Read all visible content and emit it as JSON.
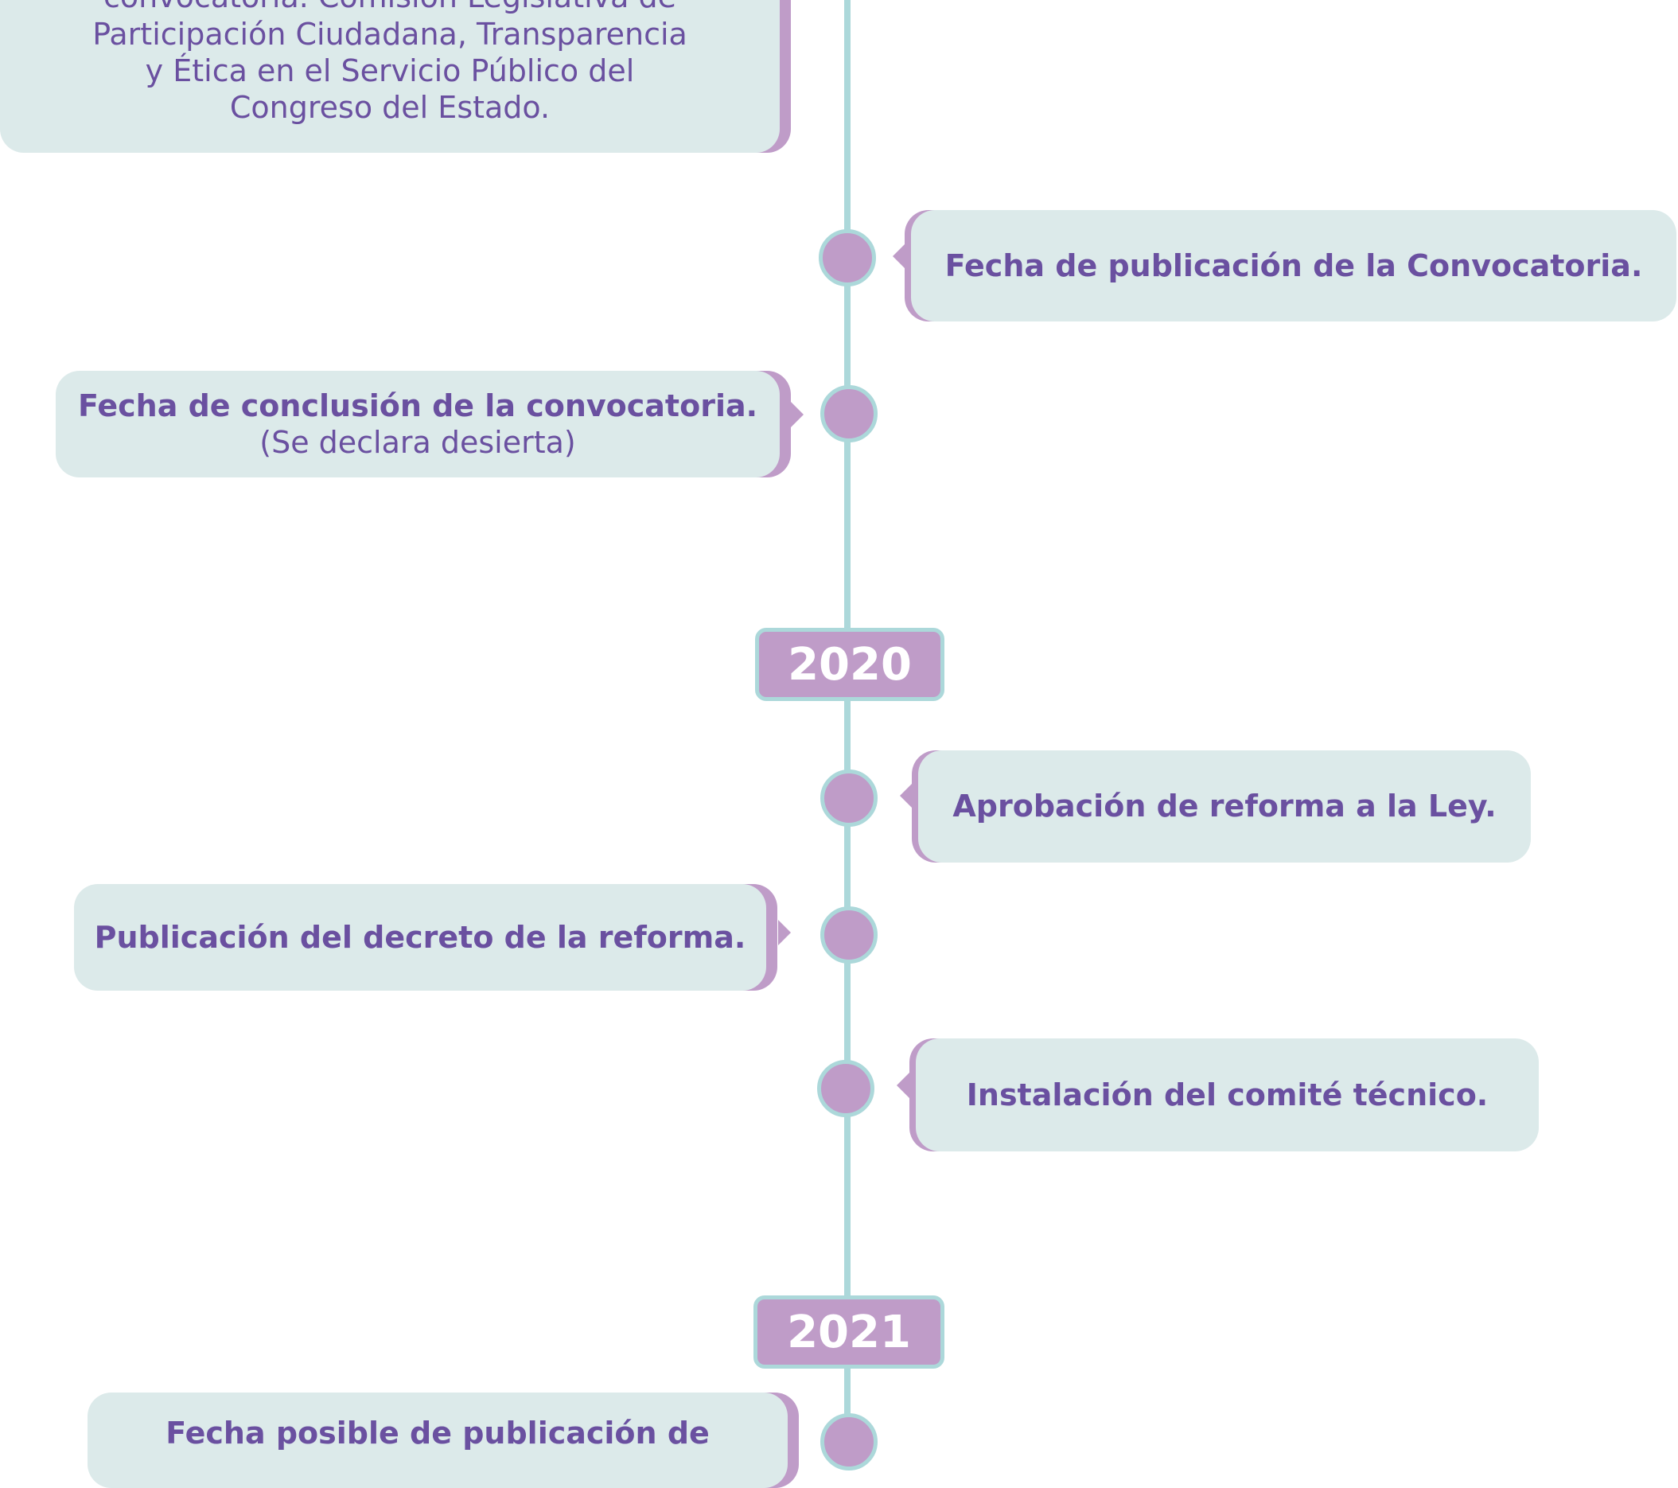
{
  "colors": {
    "line": "#acd8da",
    "accent": "#bf9cc8",
    "card_bg": "#dceaea",
    "text": "#6a50a0",
    "year_text": "#ffffff"
  },
  "timeline": {
    "event_top": {
      "lines": [
        "convocatoria. Comisión Legislativa de",
        "Participación Ciudadana, Transparencia",
        "y Ética en el Servicio Público del",
        "Congreso del Estado."
      ]
    },
    "event_publicacion_convocatoria": {
      "title": "Fecha de publicación de la Convocatoria."
    },
    "event_conclusion_convocatoria": {
      "title": "Fecha de conclusión de la convocatoria.",
      "subtitle": "(Se declara desierta)"
    },
    "year_2020": "2020",
    "event_aprobacion_reforma": {
      "title": "Aprobación de reforma a la Ley."
    },
    "event_publicacion_decreto": {
      "title": "Publicación del decreto de la reforma."
    },
    "event_instalacion_comite": {
      "title": "Instalación del comité técnico."
    },
    "year_2021": "2021",
    "event_bottom": {
      "title": "Fecha posible de publicación de"
    }
  }
}
